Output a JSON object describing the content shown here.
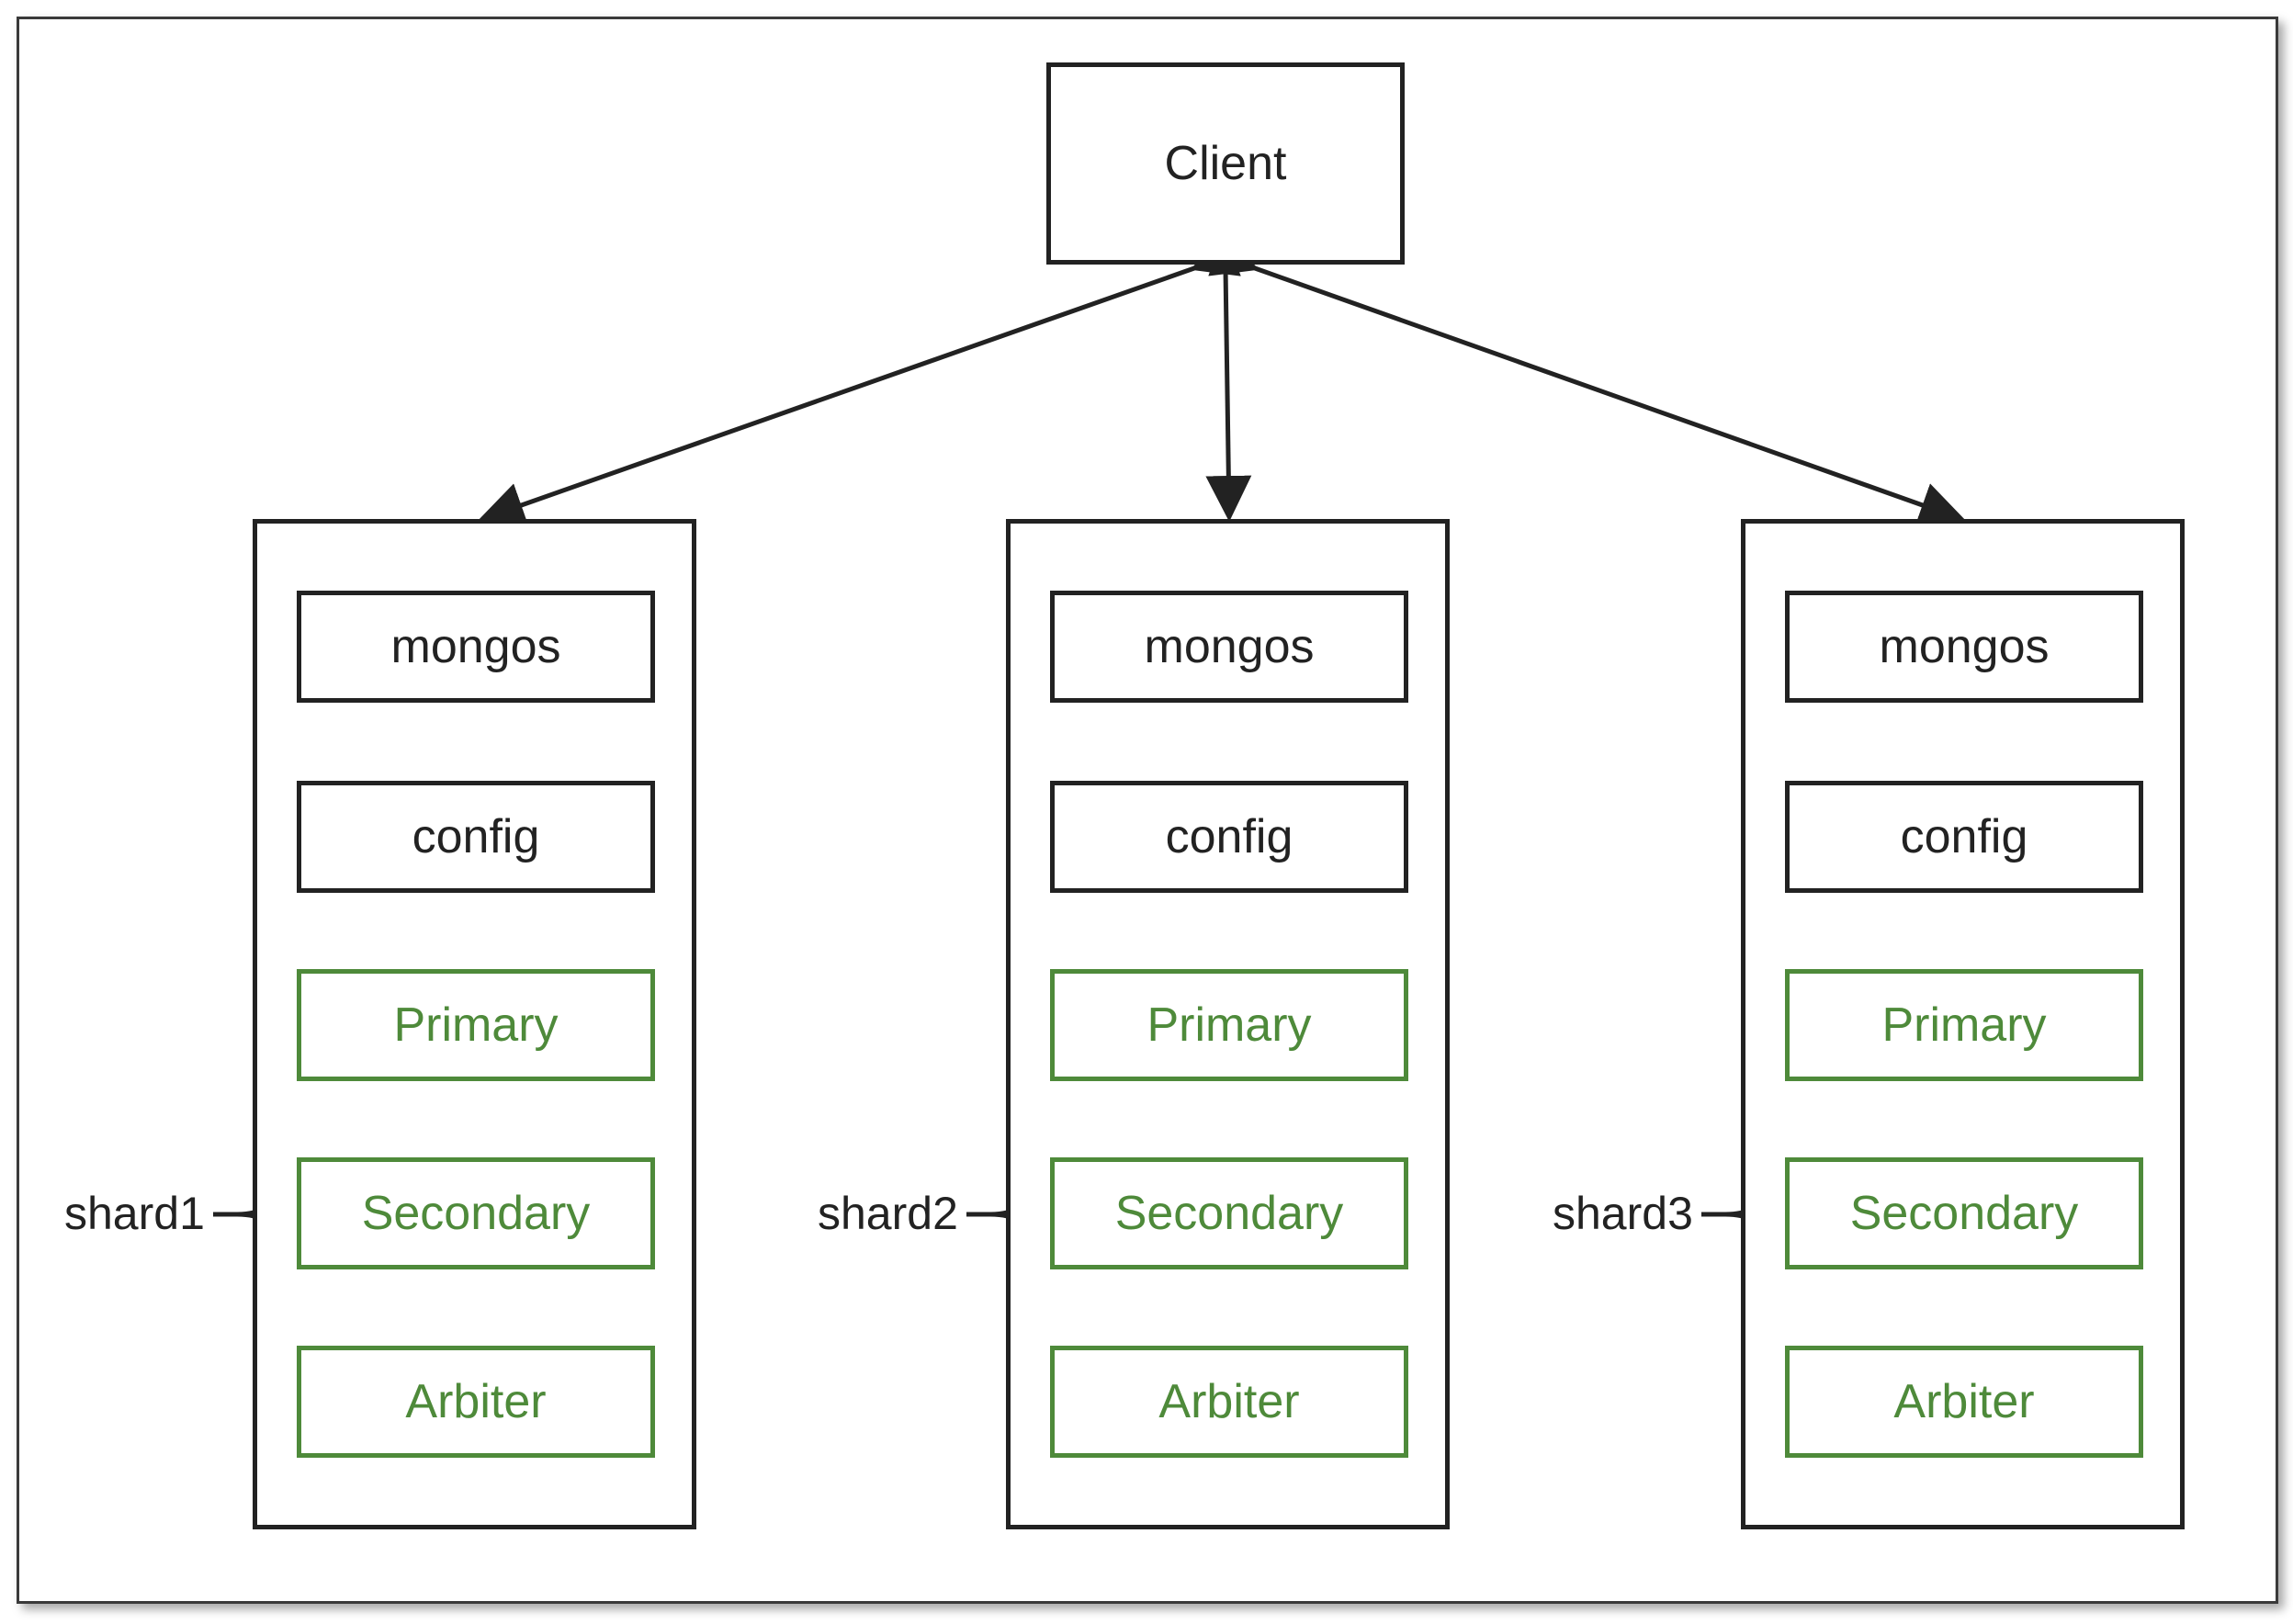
{
  "client": {
    "label": "Client"
  },
  "hosts": [
    {
      "mongos": "mongos",
      "config": "config",
      "shard": {
        "name": "shard1",
        "members": [
          "Primary",
          "Secondary",
          "Arbiter"
        ]
      }
    },
    {
      "mongos": "mongos",
      "config": "config",
      "shard": {
        "name": "shard2",
        "members": [
          "Primary",
          "Secondary",
          "Arbiter"
        ]
      }
    },
    {
      "mongos": "mongos",
      "config": "config",
      "shard": {
        "name": "shard3",
        "members": [
          "Primary",
          "Secondary",
          "Arbiter"
        ]
      }
    }
  ],
  "colors": {
    "outline": "#222222",
    "replica_set": "#4e8a3a"
  }
}
